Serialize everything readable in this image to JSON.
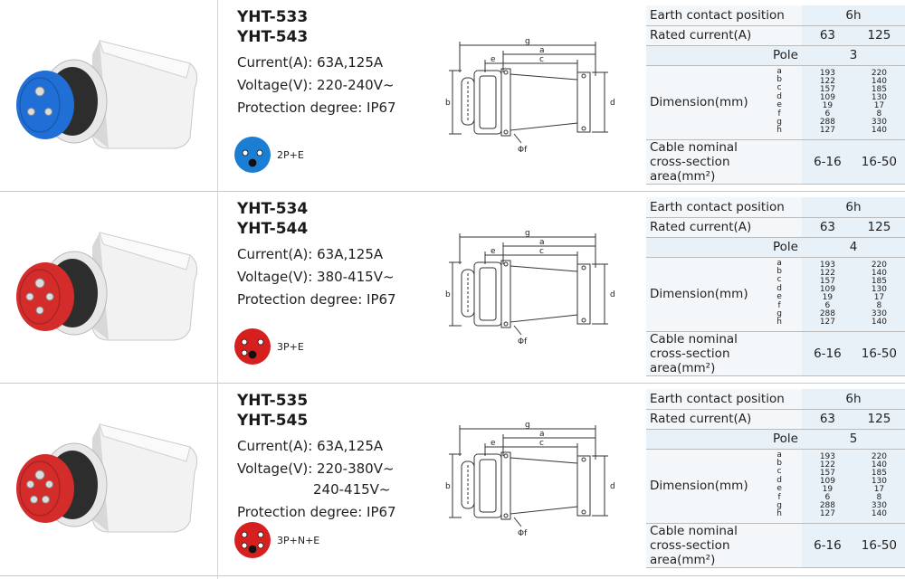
{
  "products": [
    {
      "models": [
        "YHT-533",
        "YHT-543"
      ],
      "current": "Current(A): 63A,125A",
      "voltage_lines": [
        "Voltage(V): 220-240V~"
      ],
      "protection": "Protection degree: IP67",
      "pin_label": "2P+E",
      "color": "#1f6fd6",
      "pin_color": "#1c7ed3",
      "pins": 3,
      "table": {
        "earth_label": "Earth contact position",
        "earth_value": "6h",
        "current_label": "Rated current(A)",
        "current_values": [
          "63",
          "125"
        ],
        "pole_label": "Pole",
        "pole_value": "3",
        "dim_label": "Dimension(mm)",
        "dim_letters": [
          "a",
          "b",
          "c",
          "d",
          "e",
          "f",
          "g",
          "h"
        ],
        "dim_63": [
          "193",
          "122",
          "157",
          "109",
          "19",
          "6",
          "288",
          "127"
        ],
        "dim_125": [
          "220",
          "140",
          "185",
          "130",
          "17",
          "8",
          "330",
          "140"
        ],
        "cable_label_1": "Cable nominal",
        "cable_label_2": "cross-section area(mm²)",
        "cable_values": [
          "6-16",
          "16-50"
        ]
      }
    },
    {
      "models": [
        "YHT-534",
        "YHT-544"
      ],
      "current": "Current(A): 63A,125A",
      "voltage_lines": [
        "Voltage(V): 380-415V~"
      ],
      "protection": "Protection degree: IP67",
      "pin_label": "3P+E",
      "color": "#d42b2b",
      "pin_color": "#d62020",
      "pins": 4,
      "table": {
        "earth_label": "Earth contact position",
        "earth_value": "6h",
        "current_label": "Rated current(A)",
        "current_values": [
          "63",
          "125"
        ],
        "pole_label": "Pole",
        "pole_value": "4",
        "dim_label": "Dimension(mm)",
        "dim_letters": [
          "a",
          "b",
          "c",
          "d",
          "e",
          "f",
          "g",
          "h"
        ],
        "dim_63": [
          "193",
          "122",
          "157",
          "109",
          "19",
          "6",
          "288",
          "127"
        ],
        "dim_125": [
          "220",
          "140",
          "185",
          "130",
          "17",
          "8",
          "330",
          "140"
        ],
        "cable_label_1": "Cable nominal",
        "cable_label_2": "cross-section area(mm²)",
        "cable_values": [
          "6-16",
          "16-50"
        ]
      }
    },
    {
      "models": [
        "YHT-535",
        "YHT-545"
      ],
      "current": "Current(A): 63A,125A",
      "voltage_lines": [
        "Voltage(V): 220-380V~",
        "240-415V~"
      ],
      "protection": "Protection degree: IP67",
      "pin_label": "3P+N+E",
      "color": "#d42b2b",
      "pin_color": "#d62020",
      "pins": 5,
      "table": {
        "earth_label": "Earth contact position",
        "earth_value": "6h",
        "current_label": "Rated current(A)",
        "current_values": [
          "63",
          "125"
        ],
        "pole_label": "Pole",
        "pole_value": "5",
        "dim_label": "Dimension(mm)",
        "dim_letters": [
          "a",
          "b",
          "c",
          "d",
          "e",
          "f",
          "g",
          "h"
        ],
        "dim_63": [
          "193",
          "122",
          "157",
          "109",
          "19",
          "6",
          "288",
          "127"
        ],
        "dim_125": [
          "220",
          "140",
          "185",
          "130",
          "17",
          "8",
          "330",
          "140"
        ],
        "cable_label_1": "Cable nominal",
        "cable_label_2": "cross-section area(mm²)",
        "cable_values": [
          "6-16",
          "16-50"
        ]
      }
    }
  ],
  "drawing_labels": {
    "g": "g",
    "a": "a",
    "c": "c",
    "e": "e",
    "b": "b",
    "d": "d",
    "phi": "Φf"
  }
}
